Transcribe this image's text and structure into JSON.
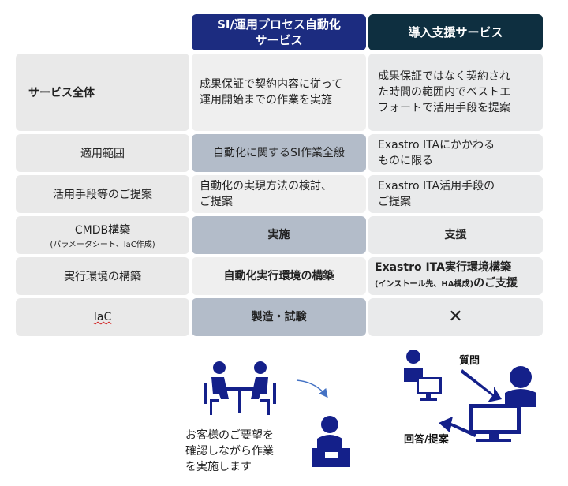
{
  "header": {
    "si_line1": "SI/運用プロセス自動化",
    "si_line2": "サービス",
    "deploy": "導入支援サービス"
  },
  "rows": [
    {
      "label": "サービス全体",
      "si": [
        "成果保証で契約内容に従って",
        "運用開始までの作業を実施"
      ],
      "deploy": [
        "成果保証ではなく契約され",
        "た時間の範囲内でベストエ",
        "フォートで活用手段を提案"
      ]
    },
    {
      "label": "適用範囲",
      "si": [
        "自動化に関するSI作業全般"
      ],
      "deploy": [
        "Exastro ITAにかかわる",
        "ものに限る"
      ]
    },
    {
      "label": "活用手段等のご提案",
      "si": [
        "自動化の実現方法の検討、",
        "ご提案"
      ],
      "deploy": [
        "Exastro ITA活用手段の",
        "ご提案"
      ]
    },
    {
      "label": "CMDB構築",
      "label_sub": "(パラメータシート、IaC作成)",
      "si": [
        "実施"
      ],
      "deploy": [
        "支援"
      ]
    },
    {
      "label": "実行環境の構築",
      "si": [
        "自動化実行環境の構築"
      ],
      "deploy_line1": "Exastro ITA実行環境構築",
      "deploy_sub": "(インストール先、HA構成)",
      "deploy_tail": "のご支援"
    },
    {
      "label": "IaC",
      "si": [
        "製造・試験"
      ],
      "deploy": [
        "✕"
      ]
    }
  ],
  "illustration": {
    "customer_note": [
      "お客様のご要望を",
      "確認しながら作業",
      "を実施します"
    ],
    "question_label": "質問",
    "answer_label": "回答/提案"
  },
  "colors": {
    "si_header": "#1c2c80",
    "deploy_header": "#0e2f40",
    "highlight": "#b3bcc9",
    "people": "#14208a",
    "arrow": "#4472c4"
  }
}
